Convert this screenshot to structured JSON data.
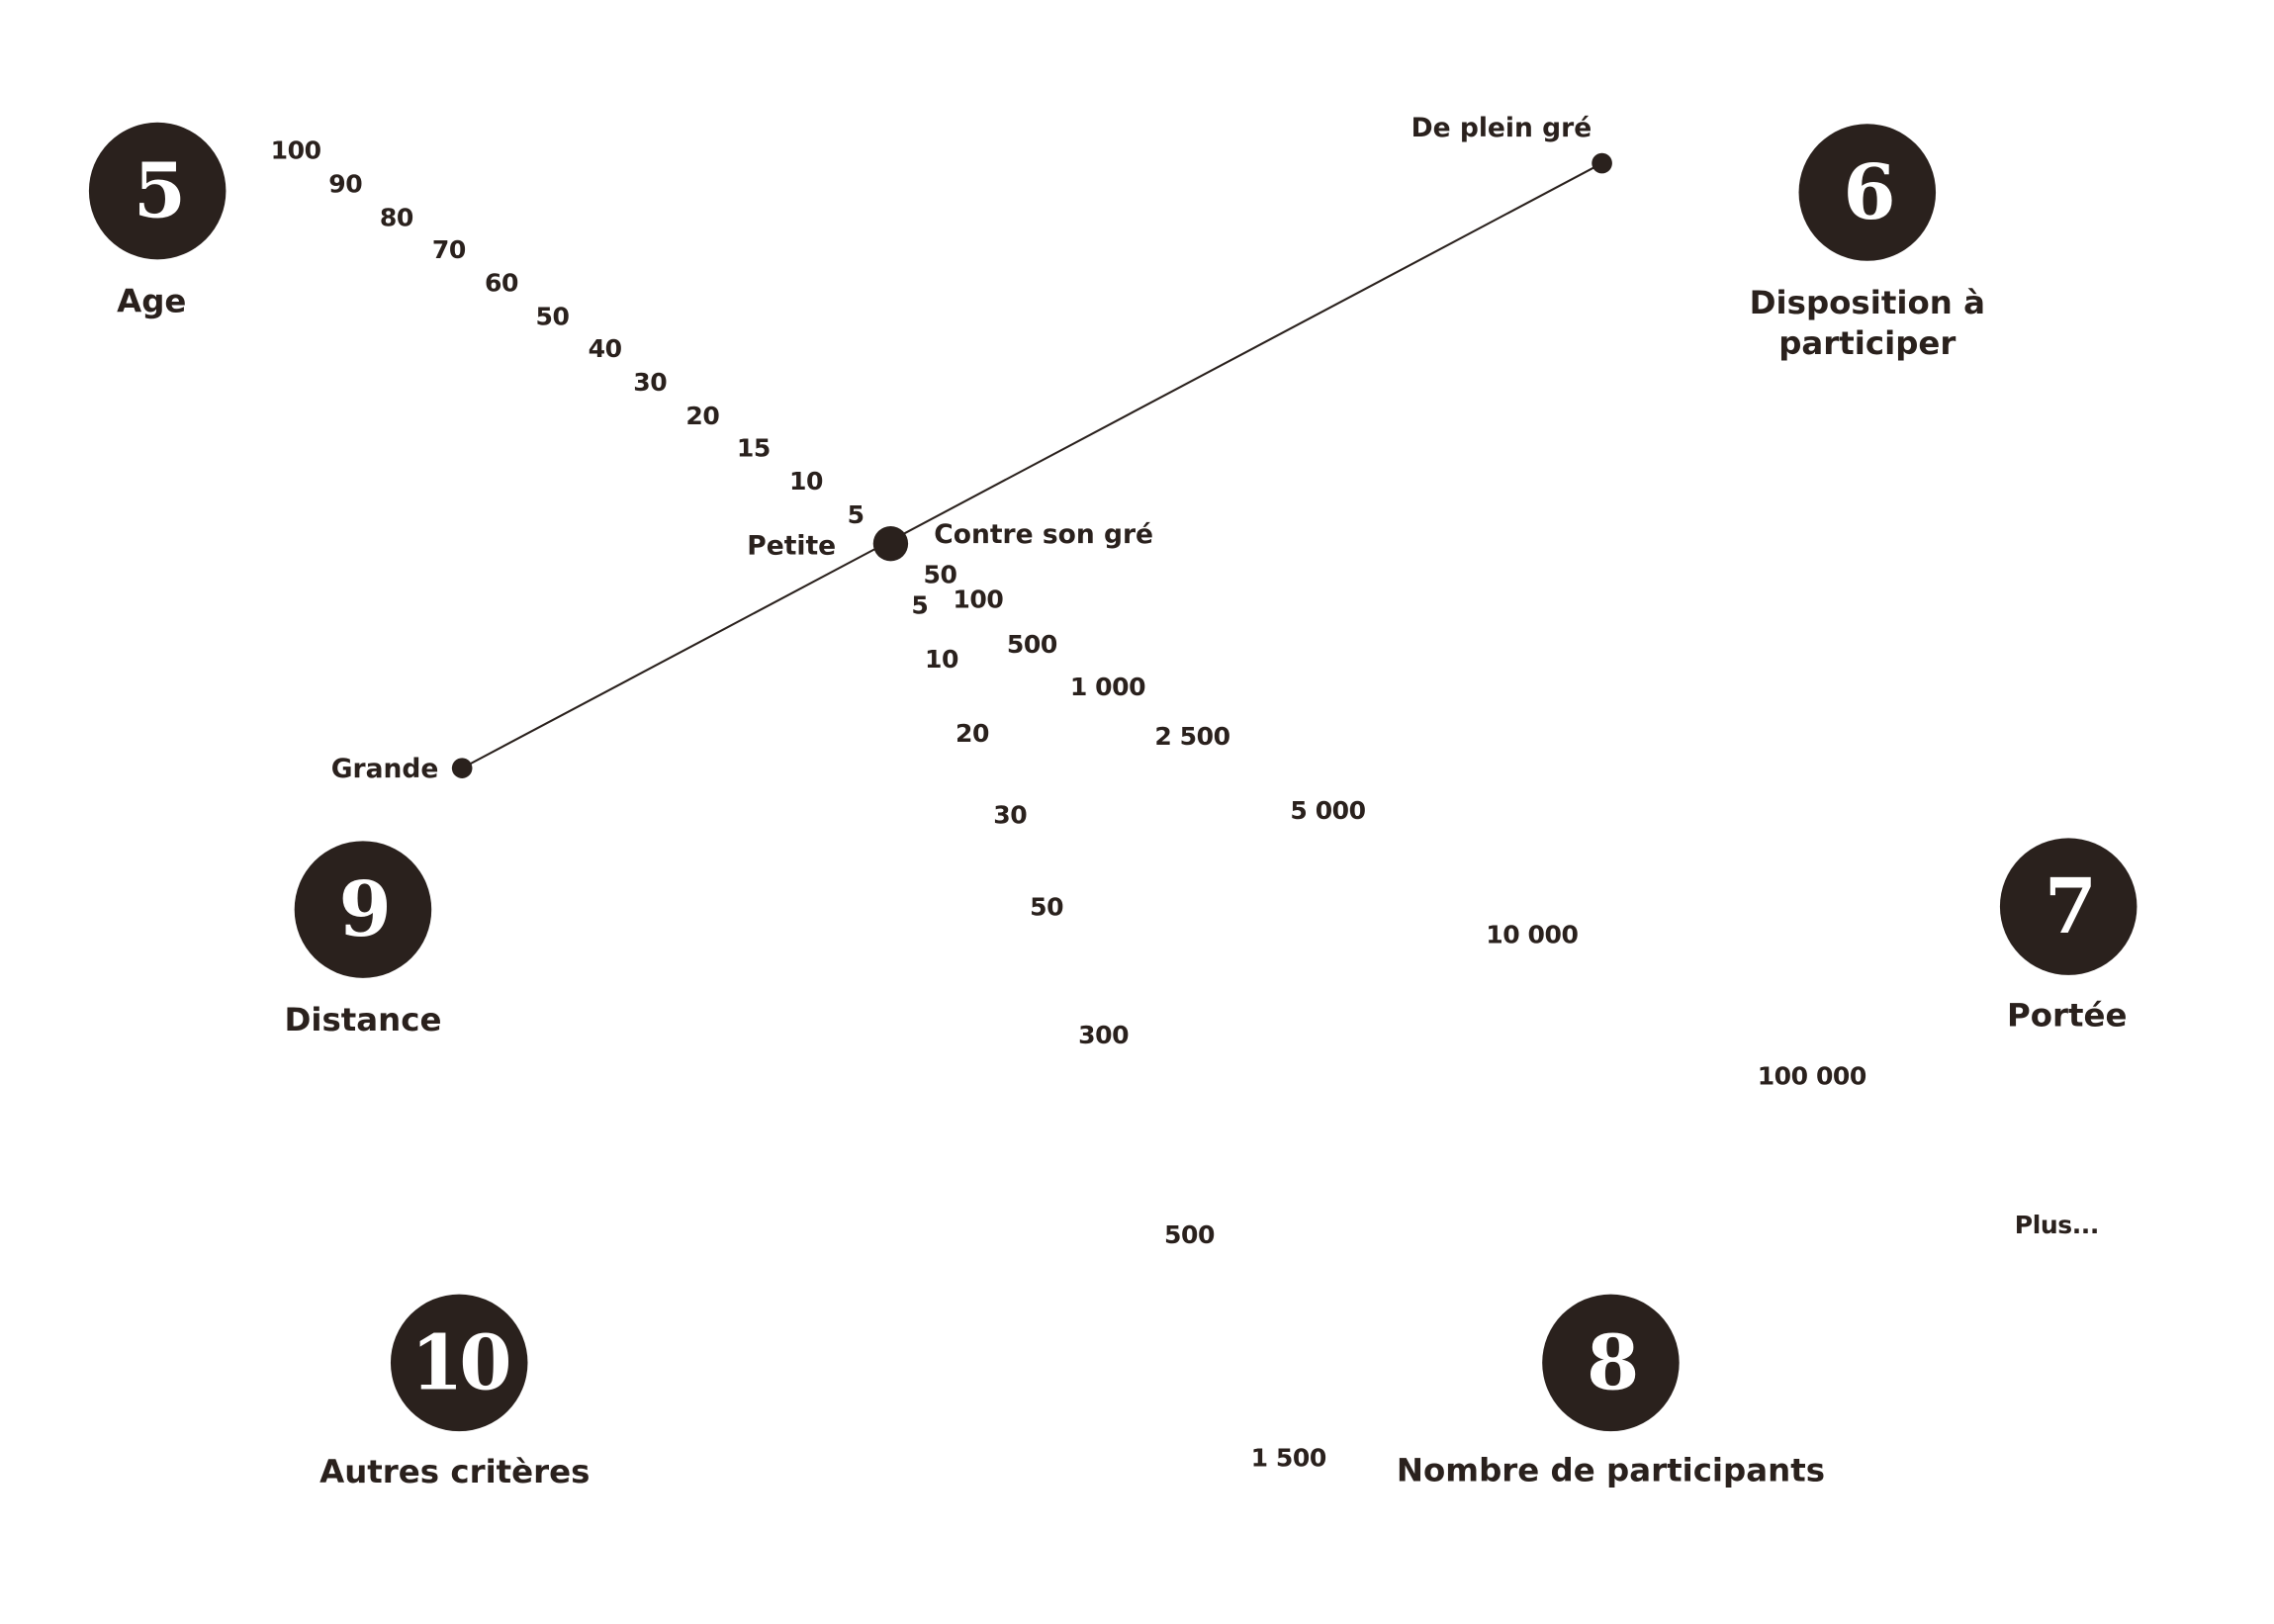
{
  "criteria": [
    {
      "number": "5",
      "title": "Age"
    },
    {
      "number": "6",
      "title": "Disposition à participer"
    },
    {
      "number": "7",
      "title": "Portée"
    },
    {
      "number": "8",
      "title": "Nombre de participants"
    },
    {
      "number": "9",
      "title": "Distance"
    },
    {
      "number": "10",
      "title": "Autres critères"
    }
  ],
  "willingness": {
    "high": "De plein gré",
    "low": "Contre son gré"
  },
  "distance_labels": {
    "small": "Petite",
    "large": "Grande"
  },
  "age_scale": [
    "100",
    "90",
    "80",
    "70",
    "60",
    "50",
    "40",
    "30",
    "20",
    "15",
    "10",
    "5"
  ],
  "distance_scale": [
    "5",
    "10",
    "20",
    "30",
    "50",
    "300",
    "500",
    "1 500"
  ],
  "participants_scale": [
    "50",
    "100",
    "500",
    "1 000",
    "2 500",
    "5 000",
    "10 000",
    "100 000",
    "Plus..."
  ],
  "colors": {
    "ink": "#2a211d",
    "background": "#ffffff"
  }
}
